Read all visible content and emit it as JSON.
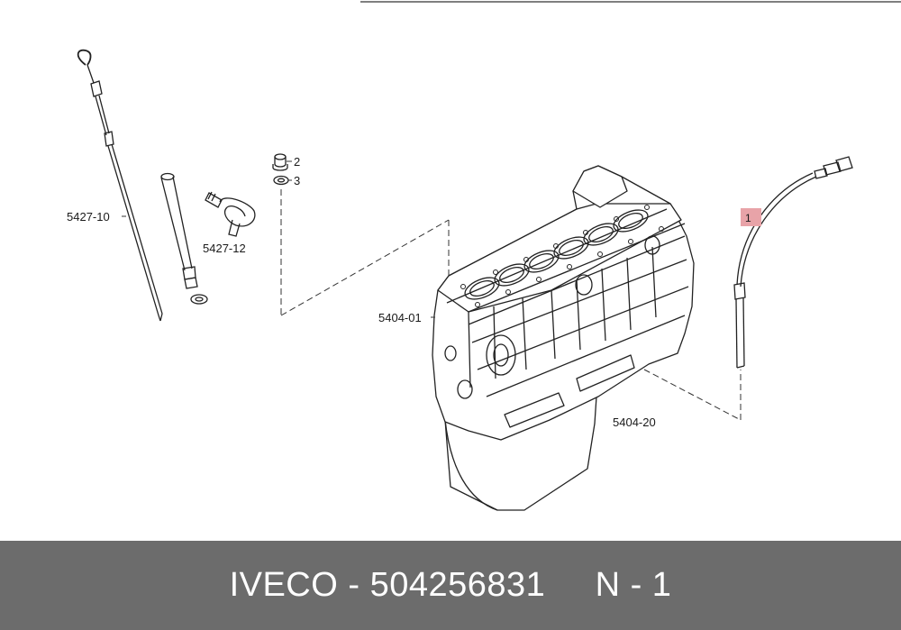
{
  "diagram": {
    "callouts": {
      "dipstick": "5427-10",
      "guide_tube_clamp": "5427-12",
      "plug": "2",
      "washer": "3",
      "engine_block": "5404-01",
      "sump_group": "5404-20",
      "sensor_harness": "1"
    },
    "highlight_color": "#e8a3a8"
  },
  "footer": {
    "caption": "IVECO - 504256831     N - 1"
  }
}
